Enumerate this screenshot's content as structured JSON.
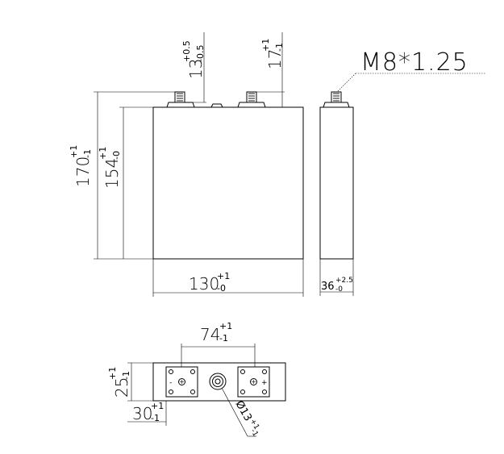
{
  "dimensions": {
    "height_total": {
      "base": "170",
      "tol_upper": "+1",
      "tol_lower": "-1"
    },
    "height_body": {
      "base": "154",
      "tol_upper": "+1",
      "tol_lower": "-0"
    },
    "width": {
      "base": "130",
      "tol_upper": "+1",
      "tol_lower": "-0"
    },
    "terminal_height": {
      "base": "13",
      "tol_upper": "+0.5",
      "tol_lower": "-0.5"
    },
    "stud_height": {
      "base": "17",
      "tol_upper": "+1",
      "tol_lower": "-1"
    },
    "thickness": {
      "base": "36",
      "tol_upper": "+2.5",
      "tol_lower": "-0"
    },
    "terminal_spacing": {
      "base": "74",
      "tol_upper": "+1",
      "tol_lower": "-1"
    },
    "top_depth": {
      "base": "25",
      "tol_upper": "+1",
      "tol_lower": "-1"
    },
    "terminal_offset": {
      "base": "30",
      "tol_upper": "+1",
      "tol_lower": "-1"
    },
    "vent_diameter": {
      "base": "Ø13",
      "tol_upper": "+1",
      "tol_lower": "-1"
    }
  },
  "thread_spec": "M8*1.25",
  "polarity": {
    "negative": "-",
    "positive": "+"
  }
}
